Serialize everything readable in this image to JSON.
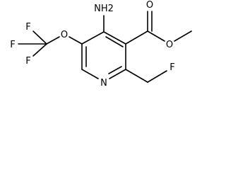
{
  "molecule": {
    "labels": {
      "nh2": "NH2",
      "n_ring": "N",
      "o_ether": "O",
      "o_ester_double": "O",
      "o_ester_single": "O",
      "f_cf3_top": "F",
      "f_cf3_left": "F",
      "f_cf3_bottom": "F",
      "f_ch2f": "F"
    }
  }
}
